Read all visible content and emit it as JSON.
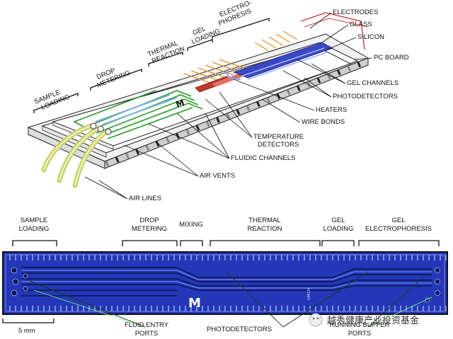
{
  "top": {
    "stages": [
      {
        "id": "sample",
        "lines": [
          "SAMPLE",
          "LOADING"
        ]
      },
      {
        "id": "drop",
        "lines": [
          "DROP",
          "METERING"
        ]
      },
      {
        "id": "thermal",
        "lines": [
          "THERMAL",
          "REACTION"
        ]
      },
      {
        "id": "gel",
        "lines": [
          "GEL",
          "LOADING"
        ]
      },
      {
        "id": "electro",
        "lines": [
          "ELECTRO-",
          "PHORESIS"
        ]
      }
    ],
    "right_labels": [
      "ELECTRODES",
      "GLASS",
      "SILICON",
      "PC BOARD",
      "GEL CHANNELS",
      "PHOTODETECTORS",
      "HEATERS",
      "WIRE BONDS"
    ],
    "temperature_detectors": [
      "TEMPERATURE",
      "DETECTORS"
    ],
    "fluidic_channels": "FLUIDIC CHANNELS",
    "air_vents": "AIR VENTS",
    "air_lines": "AIR LINES",
    "chip_logo": "M"
  },
  "bottom": {
    "stages": [
      {
        "id": "sample",
        "lines": [
          "SAMPLE",
          "LOADING"
        ]
      },
      {
        "id": "drop",
        "lines": [
          "DROP",
          "METERING"
        ]
      },
      {
        "id": "mixing",
        "lines": [
          "MIXING"
        ]
      },
      {
        "id": "thermal",
        "lines": [
          "THERMAL",
          "REACTION"
        ]
      },
      {
        "id": "gel",
        "lines": [
          "GEL",
          "LOADING"
        ]
      },
      {
        "id": "electro",
        "lines": [
          "GEL",
          "ELECTROPHORESIS"
        ]
      }
    ],
    "scale": "5 mm",
    "fluid_entry": [
      "FLUID ENTRY",
      "PORTS"
    ],
    "photodetectors": "PHOTODETECTORS",
    "running_buffer": [
      "RUNNING BUFFER",
      "PORTS"
    ],
    "chip_logo": "M",
    "chip_tag": "UMICH"
  },
  "watermark": "越秀健康产业投资基金",
  "colors": {
    "chip_blue": "#2337b8",
    "channel_green": "#2a9a2a",
    "heater_red": "#c0392b",
    "airline": "#d6dc8c",
    "wire_orange": "#e0902a"
  }
}
